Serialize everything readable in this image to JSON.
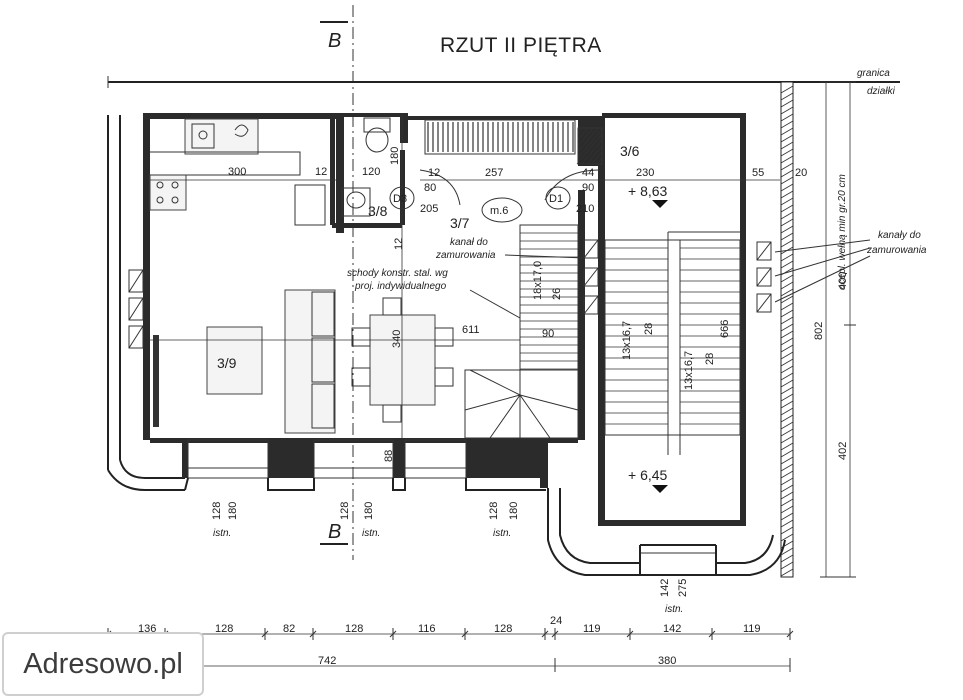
{
  "title": "RZUT II PIĘTRA",
  "section_marker": "B",
  "labels": {
    "granica": "granica",
    "dzialki": "działki",
    "kanaly_line1": "kanały do",
    "kanaly_line2": "zamurowania",
    "kanal_line1": "kanał do",
    "kanal_line2": "zamurowania",
    "schody_line1": "schody konstr. stal. wg",
    "schody_line2": "proj. indywidualnego",
    "insulation": "ocepl. wełną min gr.20 cm",
    "istn": "istn."
  },
  "rooms": {
    "r39": "3/9",
    "r38": "3/8",
    "r37": "3/7",
    "r36": "3/6",
    "m6": "m.6",
    "d3": "D3",
    "d1": "D1"
  },
  "elevations": {
    "upper": "+ 8,63",
    "lower": "+ 6,45"
  },
  "stairs": {
    "main_run": "18x17,0",
    "main_steps": "26",
    "left_run": "13x16,7",
    "left_steps": "28",
    "right_run": "13x16,7",
    "right_steps": "28"
  },
  "dimensions": {
    "d300": "300",
    "d12a": "12",
    "d120": "120",
    "d180": "180",
    "d12b": "12",
    "d80": "80",
    "d257": "257",
    "d44": "44",
    "d90a": "90",
    "d230": "230",
    "d55": "55",
    "d20": "20",
    "d205": "205",
    "d210": "210",
    "d12c": "12",
    "d611": "611",
    "d340": "340",
    "d90b": "90",
    "d666": "666",
    "d88": "88",
    "d400": "400",
    "d802": "802",
    "d402": "402"
  },
  "windows": [
    {
      "a": "128",
      "b": "180"
    },
    {
      "a": "128",
      "b": "180"
    },
    {
      "a": "128",
      "b": "180"
    },
    {
      "a": "142",
      "b": "275"
    }
  ],
  "bottom_dims_row1": [
    "136",
    "128",
    "82",
    "128",
    "116",
    "128",
    "24",
    "119",
    "142",
    "119"
  ],
  "bottom_dims_row2": [
    "742",
    "380"
  ],
  "watermark": "Adresowo.pl"
}
